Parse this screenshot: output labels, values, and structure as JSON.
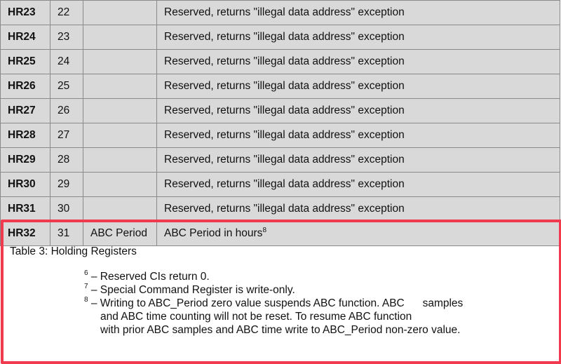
{
  "table": {
    "rows": [
      {
        "name": "HR23",
        "address": "22",
        "label": "",
        "description": "Reserved, returns \"illegal data address\" exception"
      },
      {
        "name": "HR24",
        "address": "23",
        "label": "",
        "description": "Reserved, returns \"illegal data address\" exception"
      },
      {
        "name": "HR25",
        "address": "24",
        "label": "",
        "description": "Reserved, returns \"illegal data address\" exception"
      },
      {
        "name": "HR26",
        "address": "25",
        "label": "",
        "description": "Reserved, returns \"illegal data address\" exception"
      },
      {
        "name": "HR27",
        "address": "26",
        "label": "",
        "description": "Reserved, returns \"illegal data address\" exception"
      },
      {
        "name": "HR28",
        "address": "27",
        "label": "",
        "description": "Reserved, returns \"illegal data address\" exception"
      },
      {
        "name": "HR29",
        "address": "28",
        "label": "",
        "description": "Reserved, returns \"illegal data address\" exception"
      },
      {
        "name": "HR30",
        "address": "29",
        "label": "",
        "description": "Reserved, returns \"illegal data address\" exception"
      },
      {
        "name": "HR31",
        "address": "30",
        "label": "",
        "description": "Reserved, returns \"illegal data address\" exception"
      },
      {
        "name": "HR32",
        "address": "31",
        "label": "ABC Period",
        "description": "ABC Period in hours",
        "footnote_ref": "8"
      }
    ]
  },
  "caption": "Table 3: Holding Registers",
  "footnotes": [
    {
      "mark": "6",
      "lines": [
        "– Reserved CIs return 0."
      ]
    },
    {
      "mark": "7",
      "lines": [
        "– Special Command Register is write-only."
      ]
    },
    {
      "mark": "8",
      "lines": [
        "– Writing to ABC_Period zero value suspends ABC function. ABC      samples",
        "and ABC time counting will not be reset. To resume ABC function",
        "with prior ABC samples and ABC time write to ABC_Period non-zero value."
      ]
    }
  ],
  "colors": {
    "row_fill": "#d9d9d9",
    "grid_line": "#8a8a8a",
    "highlight_border": "#f23a4e"
  }
}
